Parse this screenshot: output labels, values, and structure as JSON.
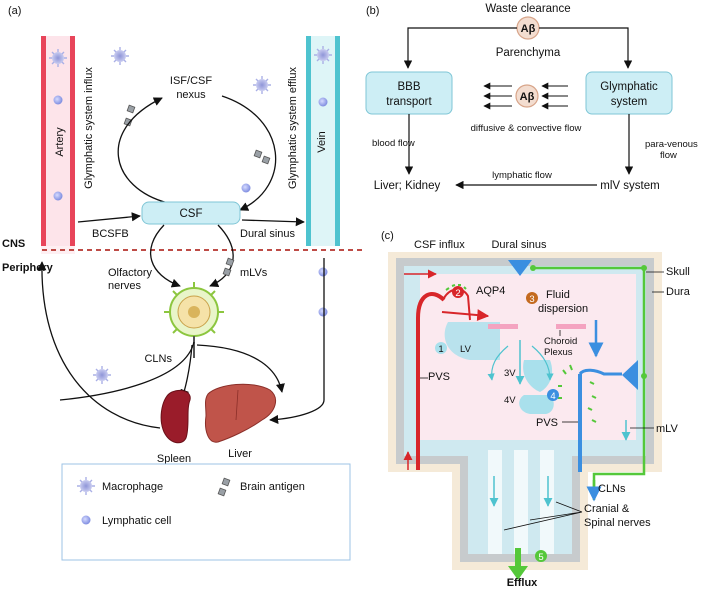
{
  "panel_a": {
    "letter": "(a)",
    "artery": "Artery",
    "vein": "Vein",
    "influx": "Glymphatic system influx",
    "efflux": "Glymphatic system efflux",
    "nexus_line1": "ISF/CSF",
    "nexus_line2": "nexus",
    "csf": "CSF",
    "bcsfb": "BCSFB",
    "dural_sinus": "Dural sinus",
    "cns": "CNS",
    "periphery": "Periphery",
    "olfactory_line1": "Olfactory",
    "olfactory_line2": "nerves",
    "mlvs": "mLVs",
    "clns": "CLNs",
    "spleen": "Spleen",
    "liver": "Liver",
    "legend": {
      "macrophage": "Macrophage",
      "lymphatic_cell": "Lymphatic cell",
      "brain_antigen": "Brain antigen"
    }
  },
  "panel_b": {
    "letter": "(b)",
    "waste_clearance": "Waste clearance",
    "abeta": "Aβ",
    "parenchyma": "Parenchyma",
    "bbb_line1": "BBB",
    "bbb_line2": "transport",
    "glymph_line1": "Glymphatic",
    "glymph_line2": "system",
    "diffusive": "diffusive & convective flow",
    "blood_flow": "blood flow",
    "paravenous_line1": "para-venous",
    "paravenous_line2": "flow",
    "liver_kidney": "Liver; Kidney",
    "lymphatic_flow": "lymphatic flow",
    "mlv_system": "mlV system"
  },
  "panel_c": {
    "letter": "(c)",
    "csf_influx": "CSF influx",
    "dural_sinus": "Dural sinus",
    "skull": "Skull",
    "dura": "Dura",
    "aqp4": "AQP4",
    "fluid_line1": "Fluid",
    "fluid_line2": "dispersion",
    "lv": "LV",
    "choroid_line1": "Choroid",
    "choroid_line2": "Plexus",
    "v3": "3V",
    "v4": "4V",
    "pvs_left": "PVS",
    "pvs_right": "PVS",
    "mlv": "mLV",
    "clns": "CLNs",
    "cranial_line1": "Cranial &",
    "cranial_line2": "Spinal nerves",
    "efflux": "Efflux",
    "num1": "1",
    "num2": "2",
    "num3": "3",
    "num4": "4",
    "num5": "5"
  },
  "colors": {
    "artery": "#e8455a",
    "vein": "#4ec3cf",
    "csf_box": "#cdeef5",
    "dashed_line": "#b5322c",
    "macrophage": "#b8bbe6",
    "lymphatic": "#8d98e0",
    "green": "#55c83a",
    "blue": "#3b8fe0",
    "red": "#d8262a"
  }
}
